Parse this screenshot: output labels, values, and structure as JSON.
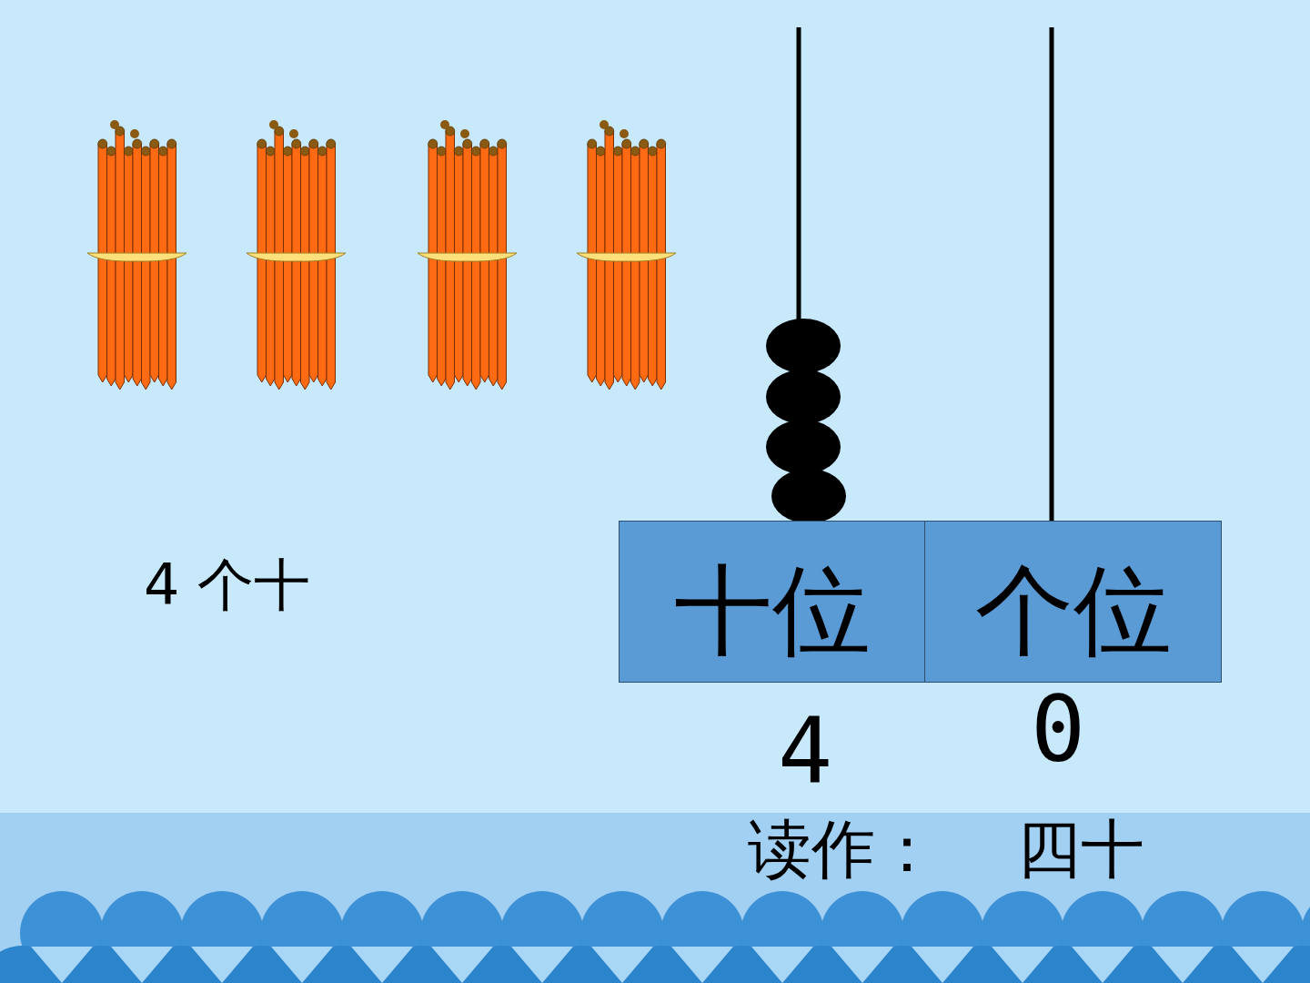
{
  "diagram": {
    "nodes": [
      {
        "text": [
          "十位"
        ]
      },
      {
        "text": [
          "个位"
        ]
      }
    ],
    "labels": [
      "4 个十",
      "4",
      "0",
      "读作：",
      "四十"
    ]
  }
}
